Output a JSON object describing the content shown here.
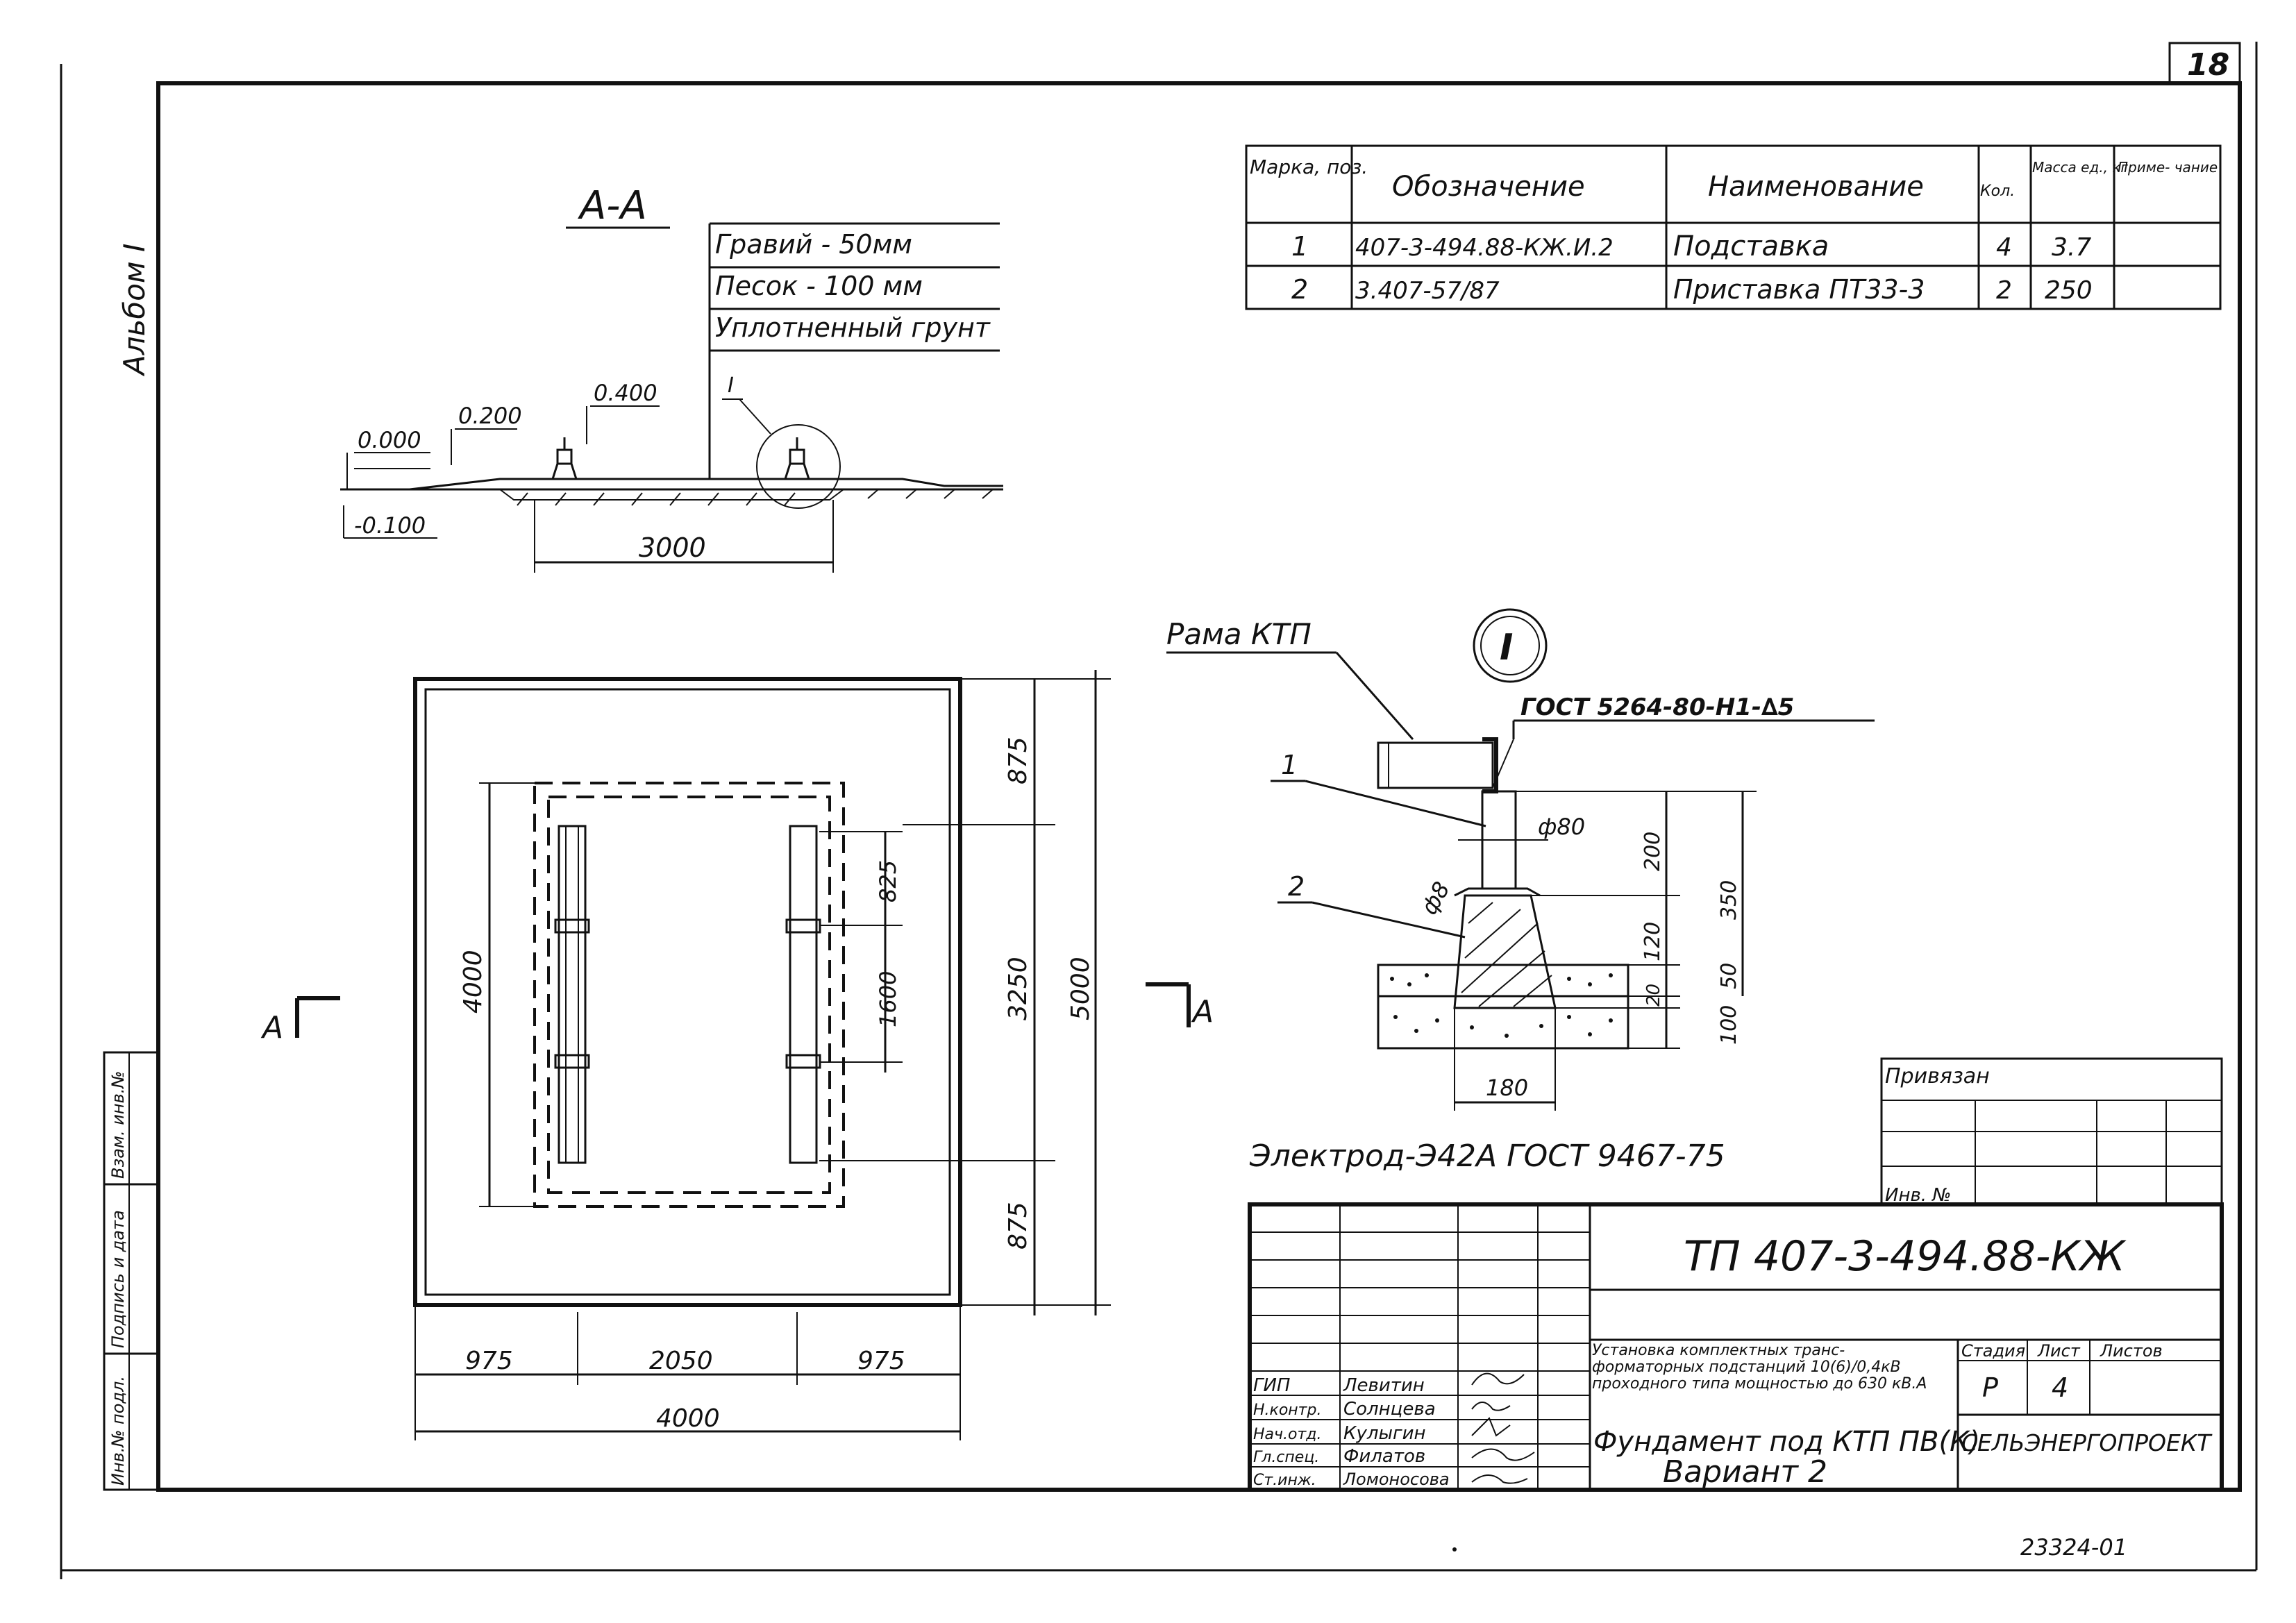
{
  "sheet": {
    "sheet_number": "18",
    "album_label": "Альбом I",
    "bottom_code": "23324-01"
  },
  "spec_table": {
    "headers": [
      "Марка, поз.",
      "Обозначение",
      "Наименование",
      "Кол.",
      "Масса ед., кг",
      "Приме- чание"
    ],
    "rows": [
      [
        "1",
        "407-3-494.88-КЖ.И.2",
        "Подставка",
        "4",
        "3.7",
        ""
      ],
      [
        "2",
        "3.407-57/87",
        "Приставка ПТ33-3",
        "2",
        "250",
        ""
      ]
    ]
  },
  "section_aa": {
    "title": "А-А",
    "layers": [
      "Гравий - 50мм",
      "Песок - 100 мм",
      "Уплотненный грунт"
    ],
    "levels": [
      "0.000",
      "0.200",
      "0.400",
      "-0.100"
    ],
    "node_ref": "I",
    "width_dim": "3000"
  },
  "plan": {
    "dims_right": [
      "875",
      "3250",
      "875",
      "5000"
    ],
    "dims_bottom": [
      "975",
      "2050",
      "975",
      "4000"
    ],
    "dim_left": "4000",
    "dims_inner": [
      "825",
      "1600"
    ],
    "cut_left": "А",
    "cut_right": "А"
  },
  "node": {
    "circle": "I",
    "frame_label": "Рама КТП",
    "weld_label": "ГОСТ 5264-80-Н1-∆5",
    "pos1": "1",
    "pos2": "2",
    "dia": "ф80",
    "angle": "ф8",
    "dims": [
      "200",
      "350",
      "120",
      "50",
      "20",
      "100",
      "180"
    ],
    "electrode": "Электрод-Э42А ГОСТ 9467-75"
  },
  "stamp": {
    "attached": "Привязан",
    "inv": "Инв. №",
    "code": "ТП 407-3-494.88-КЖ",
    "description": "Установка комплектных транс- форматорных подстанций 10(6)/0,4кВ проходного типа мощностью до 630 кВ.А",
    "drawing_title": "Фундамент под КТП ПВ(К)",
    "variant": "Вариант 2",
    "stage_header": "Стадия",
    "sheet_header": "Лист",
    "sheets_header": "Листов",
    "stage": "Р",
    "sheet": "4",
    "sheets": "",
    "org": "СЕЛЬЭНЕРГОПРОЕКТ",
    "people": [
      {
        "role": "ГИП",
        "name": "Левитин"
      },
      {
        "role": "Н.контр.",
        "name": "Солнцева"
      },
      {
        "role": "Нач.отд.",
        "name": "Кулыгин"
      },
      {
        "role": "Гл.спец.",
        "name": "Филатов"
      },
      {
        "role": "Ст.инж.",
        "name": "Ломоносова"
      }
    ]
  },
  "side_stamp": [
    "Инв.№ подл.",
    "Подпись и дата",
    "Взам. инв.№"
  ]
}
